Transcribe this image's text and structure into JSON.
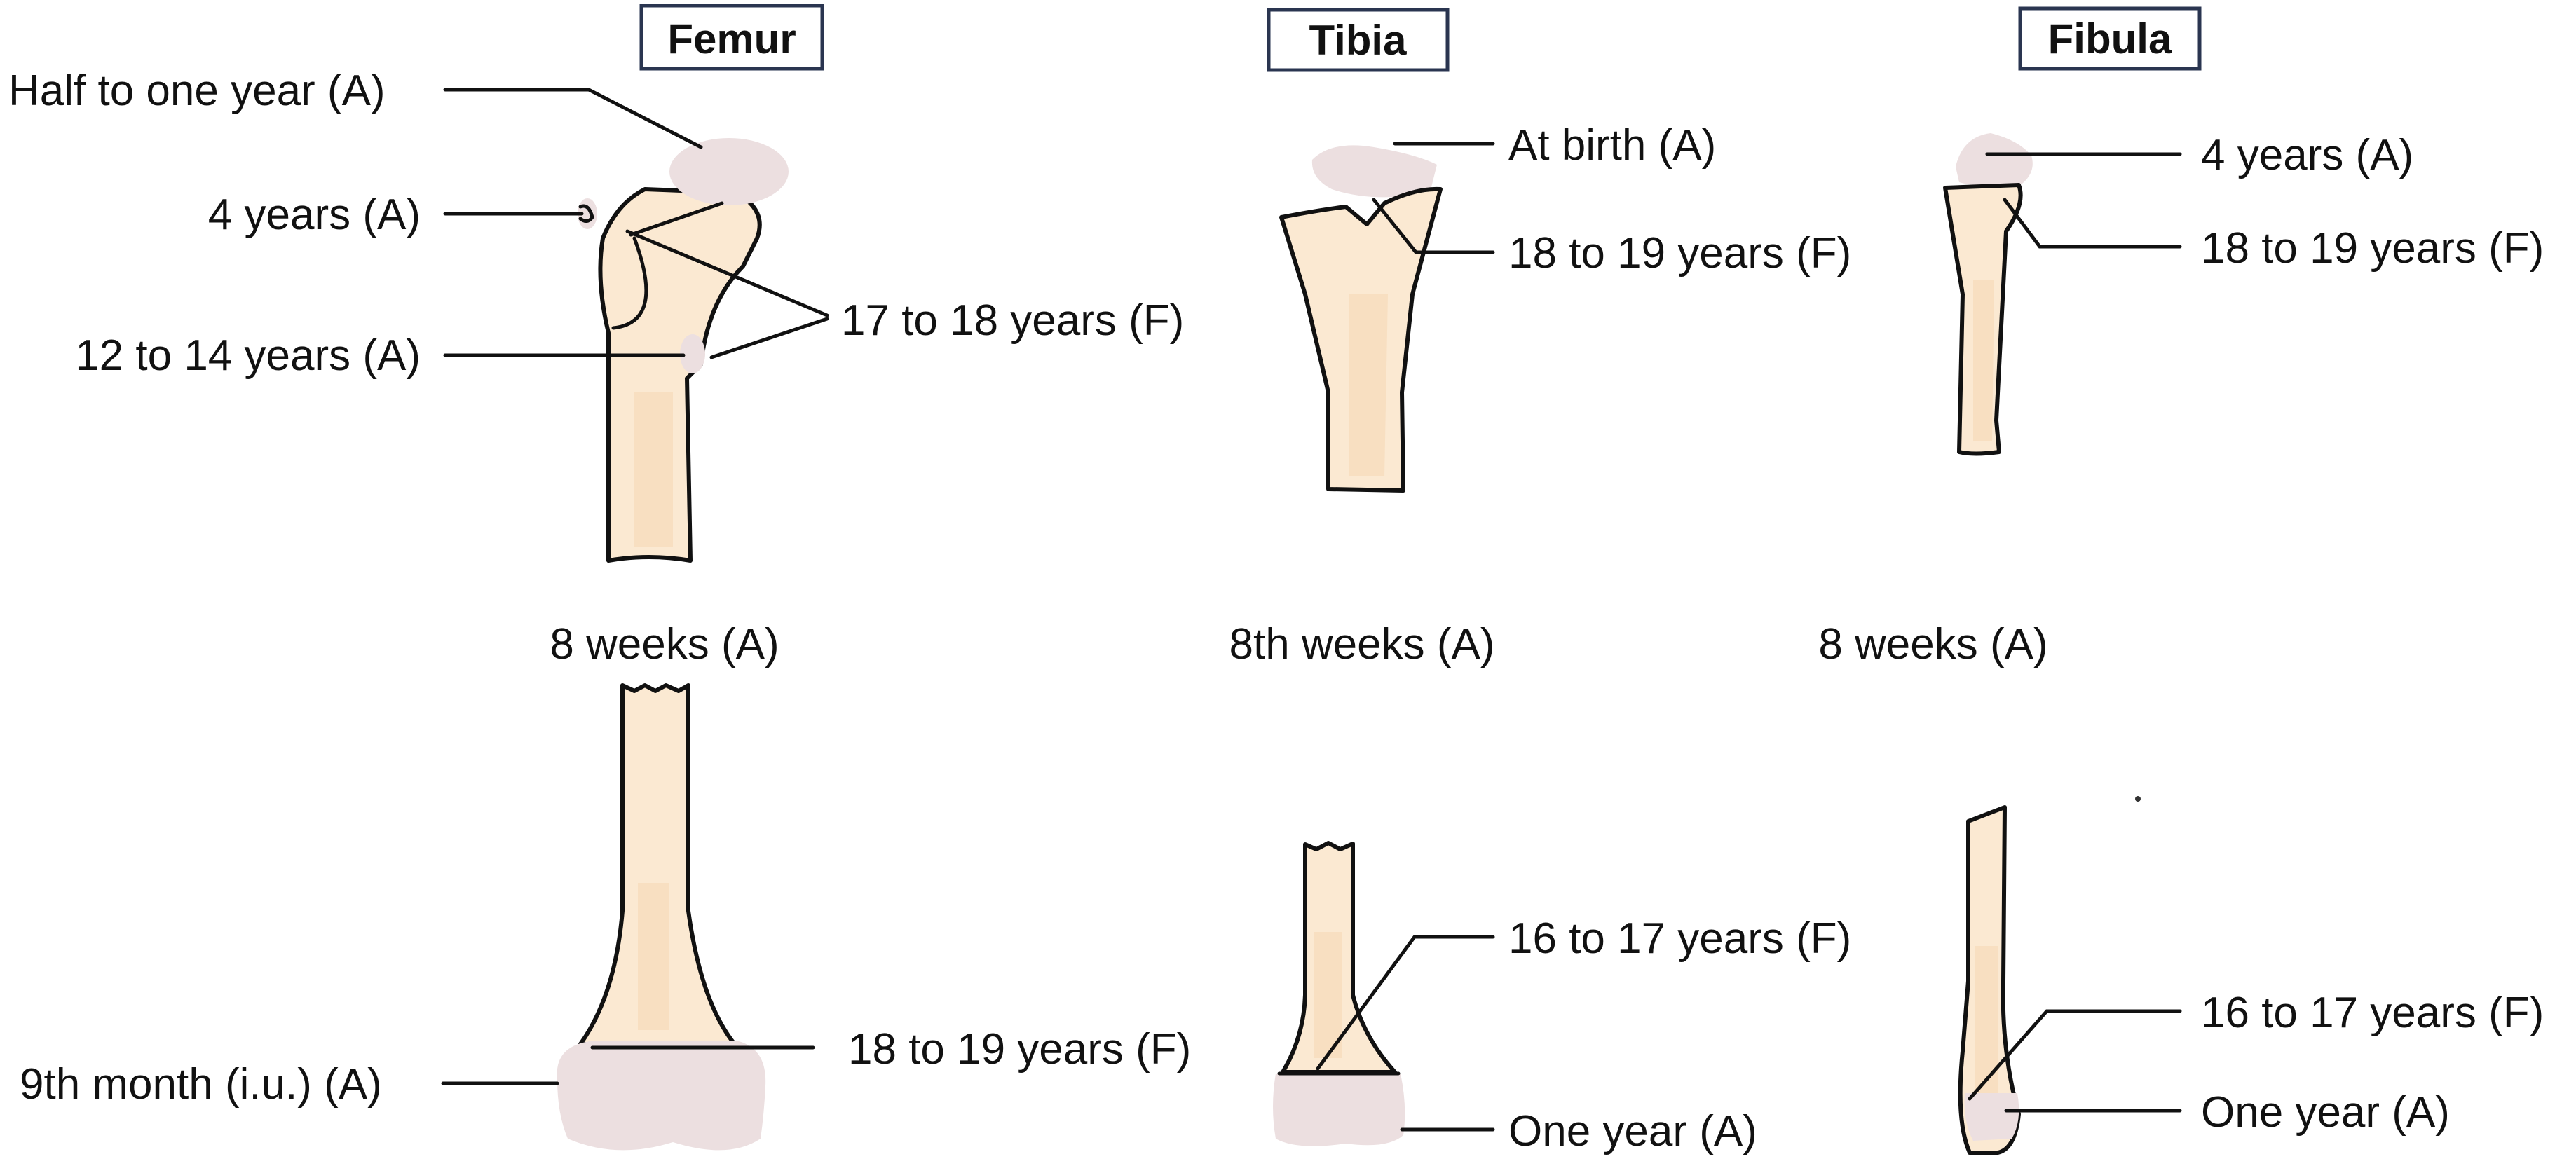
{
  "titles": {
    "femur": "Femur",
    "tibia": "Tibia",
    "fibula": "Fibula"
  },
  "femur": {
    "upper": {
      "head": "Half to one year (A)",
      "greater_trochanter": "4 years (A)",
      "lesser_trochanter": "12 to 14 years (A)",
      "fusion": "17 to 18 years (F)"
    },
    "shaft": "8 weeks (A)",
    "lower": {
      "epiphysis": "9th month (i.u.) (A)",
      "fusion": "18 to 19 years (F)"
    }
  },
  "tibia": {
    "upper": {
      "epiphysis": "At birth (A)",
      "fusion": "18 to 19 years (F)"
    },
    "shaft": "8th weeks (A)",
    "lower": {
      "fusion": "16 to 17 years (F)",
      "epiphysis": "One year (A)"
    }
  },
  "fibula": {
    "upper": {
      "epiphysis": "4 years (A)",
      "fusion": "18 to 19 years (F)"
    },
    "shaft": "8 weeks (A)",
    "lower": {
      "fusion": "16 to 17 years (F)",
      "epiphysis": "One year (A)"
    }
  }
}
